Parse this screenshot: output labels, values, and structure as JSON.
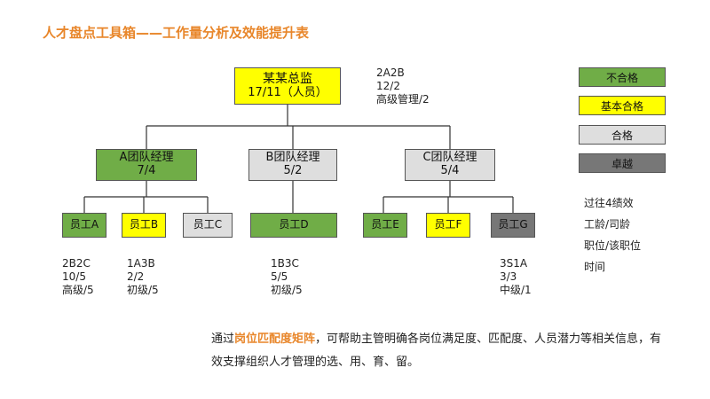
{
  "title": "人才盘点工具箱——工作量分析及效能提升表",
  "colors": {
    "accent": "#e8862a",
    "unqualified": "#70ad47",
    "basic": "#ffff00",
    "qualified": "#dedede",
    "excellent": "#777777"
  },
  "director": {
    "name": "某某总监",
    "sub": "17/11（人员）",
    "info": [
      "2A2B",
      "12/2",
      "高级管理/2"
    ]
  },
  "managers": [
    {
      "name": "A团队经理",
      "sub": "7/4"
    },
    {
      "name": "B团队经理",
      "sub": "5/2"
    },
    {
      "name": "C团队经理",
      "sub": "5/4"
    }
  ],
  "staff": [
    {
      "name": "员工A"
    },
    {
      "name": "员工B"
    },
    {
      "name": "员工C"
    },
    {
      "name": "员工D"
    },
    {
      "name": "员工E"
    },
    {
      "name": "员工F"
    },
    {
      "name": "员工G"
    }
  ],
  "staff_info": [
    [
      "2B2C",
      "10/5",
      "高级/5"
    ],
    [
      "1A3B",
      "2/2",
      "初级/5"
    ],
    [
      "1B3C",
      "5/5",
      "初级/5"
    ],
    [
      "3S1A",
      "3/3",
      "中级/1"
    ]
  ],
  "legend": {
    "items": [
      "不合格",
      "基本合格",
      "合格",
      "卓越"
    ],
    "desc": [
      "过往4绩效",
      "工龄/司龄",
      "职位/该职位",
      "时间"
    ]
  },
  "description": {
    "pre": "通过",
    "highlight": "岗位匹配度矩阵",
    "post": "，可帮助主管明确各岗位满足度、匹配度、人员潜力等相关信息，有效支撑组织人才管理的选、用、育、留。"
  }
}
